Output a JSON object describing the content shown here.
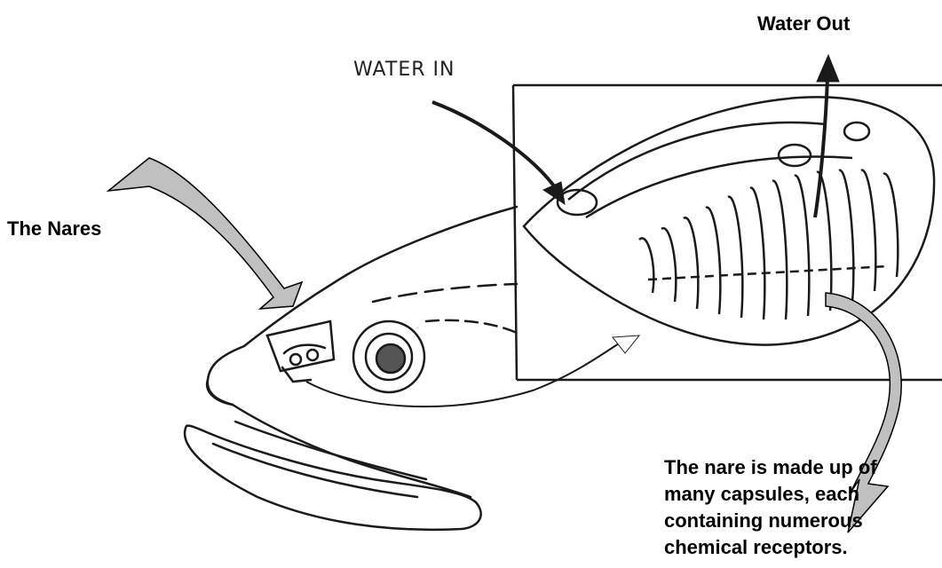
{
  "labels": {
    "water_out": "Water Out",
    "water_in": "WATER IN",
    "nares": "The Nares"
  },
  "caption": {
    "lines": [
      "The nare is made up of",
      "many capsules, each",
      "containing numerous",
      "chemical receptors."
    ]
  },
  "colors": {
    "arrow_fill": "#c0c0c0",
    "ink": "#1a1a1a"
  }
}
